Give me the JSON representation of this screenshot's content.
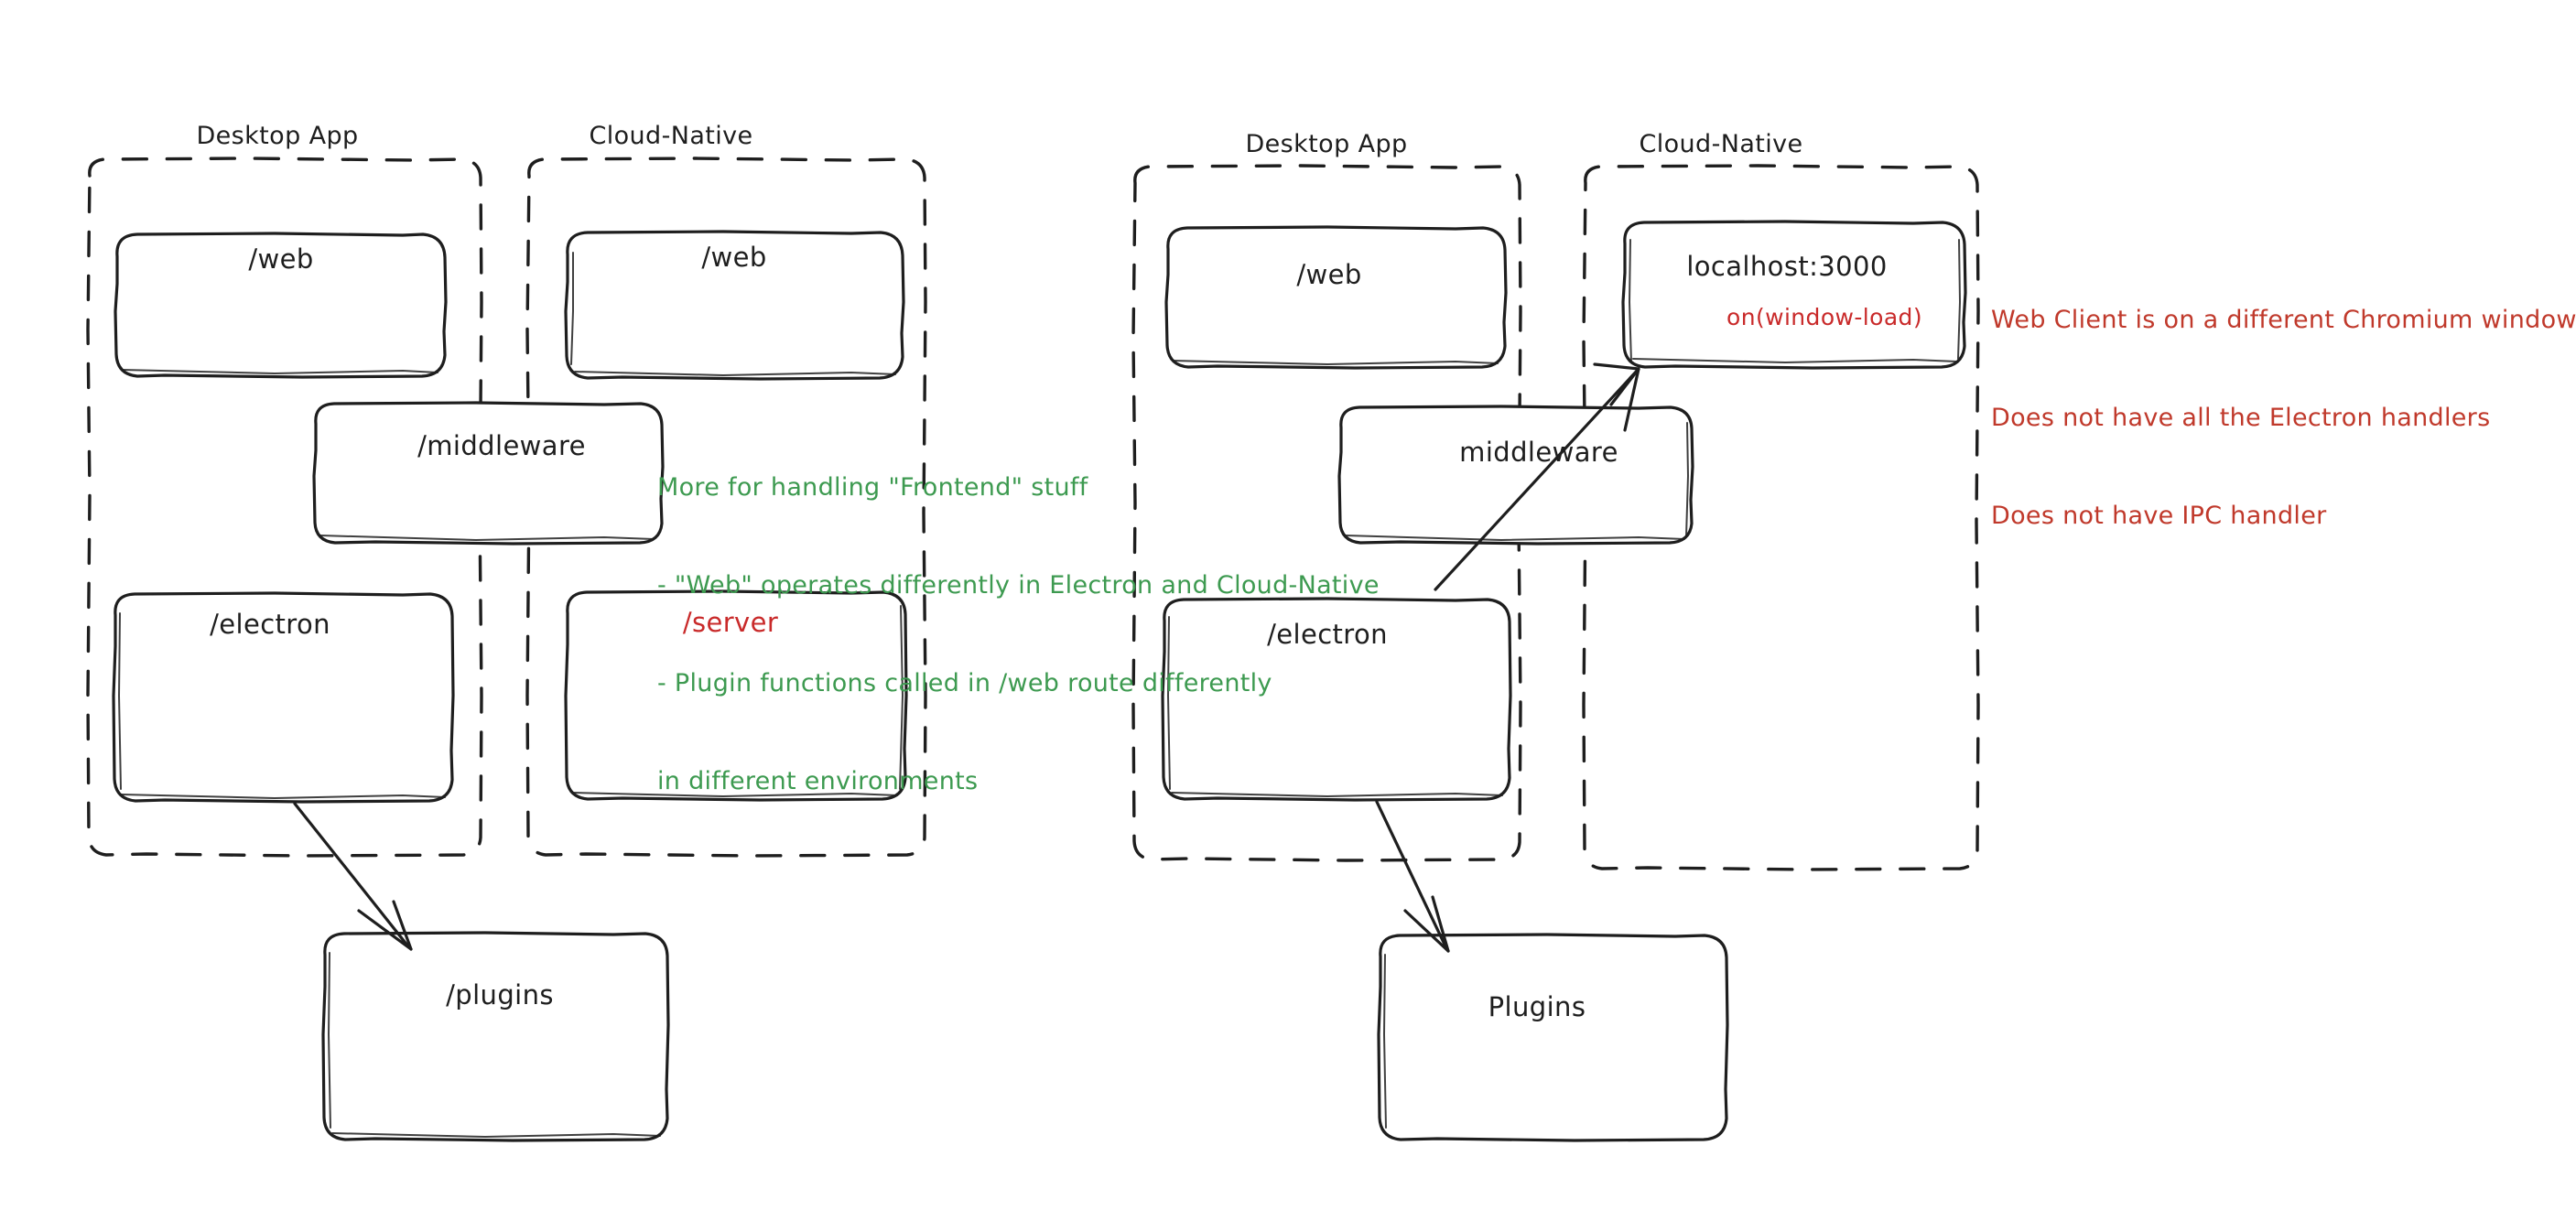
{
  "diagram": {
    "kind": "architecture-sketch",
    "style": "hand-drawn",
    "background": "#ffffff",
    "colors": {
      "stroke": "#1e1e1e",
      "red": "#c0392b",
      "green": "#3d9a50",
      "box_fill": "#ffffff"
    }
  },
  "panels": [
    {
      "id": "left",
      "groups": [
        {
          "id": "left-desktop-app",
          "title": "Desktop App",
          "boxes": [
            {
              "id": "left-desktop-web",
              "label": "/web",
              "color": "black"
            },
            {
              "id": "left-desktop-electron",
              "label": "/electron",
              "color": "black"
            }
          ]
        },
        {
          "id": "left-cloud-native",
          "title": "Cloud-Native",
          "boxes": [
            {
              "id": "left-cloud-web",
              "label": "/web",
              "color": "black"
            },
            {
              "id": "left-cloud-server",
              "label": "/server",
              "color": "red"
            }
          ]
        }
      ],
      "straddling_boxes": [
        {
          "id": "left-middleware",
          "label": "/middleware",
          "color": "black"
        }
      ],
      "outside_boxes": [
        {
          "id": "left-plugins",
          "label": "/plugins",
          "color": "black"
        }
      ],
      "arrows": [
        {
          "id": "left-electron-to-plugins",
          "from": "left-desktop-electron",
          "to": "left-plugins"
        }
      ],
      "annotations": [
        {
          "id": "left-green-note",
          "color": "green",
          "lines": [
            "More for handling \"Frontend\" stuff",
            "- \"Web\" operates differently in Electron and Cloud-Native",
            "- Plugin functions called in /web route differently",
            "in different environments"
          ]
        }
      ]
    },
    {
      "id": "right",
      "groups": [
        {
          "id": "right-desktop-app",
          "title": "Desktop App",
          "boxes": [
            {
              "id": "right-desktop-web",
              "label": "/web",
              "color": "black"
            },
            {
              "id": "right-desktop-electron",
              "label": "/electron",
              "color": "black"
            }
          ]
        },
        {
          "id": "right-cloud-native",
          "title": "Cloud-Native",
          "boxes": [
            {
              "id": "right-localhost",
              "label": "localhost:3000",
              "color": "black",
              "sublabel": "on(window-load)",
              "sublabel_color": "red"
            }
          ]
        }
      ],
      "straddling_boxes": [
        {
          "id": "right-middleware",
          "label": "middleware",
          "color": "black"
        }
      ],
      "outside_boxes": [
        {
          "id": "right-plugins",
          "label": "Plugins",
          "color": "black"
        }
      ],
      "arrows": [
        {
          "id": "right-electron-to-localhost",
          "from": "right-desktop-electron",
          "to": "right-localhost"
        },
        {
          "id": "right-electron-to-plugins",
          "from": "right-desktop-electron",
          "to": "right-plugins"
        }
      ],
      "annotations": [
        {
          "id": "right-red-note",
          "color": "red",
          "lines": [
            "Web Client is on a different Chromium window",
            "Does not have all the Electron handlers",
            "Does not have IPC handler"
          ]
        }
      ]
    }
  ],
  "text": {
    "left_desktop_title": "Desktop App",
    "left_cloud_title": "Cloud-Native",
    "right_desktop_title": "Desktop App",
    "right_cloud_title": "Cloud-Native",
    "l_web_1": "/web",
    "l_web_2": "/web",
    "l_middleware": "/middleware",
    "l_electron": "/electron",
    "l_server": "/server",
    "l_plugins": "/plugins",
    "r_web": "/web",
    "r_localhost": "localhost:3000",
    "r_onwindowload": "on(window-load)",
    "r_middleware": "middleware",
    "r_electron": "/electron",
    "r_plugins": "Plugins",
    "green_note_l1": "More for handling \"Frontend\" stuff",
    "green_note_l2": "- \"Web\" operates differently in Electron and Cloud-Native",
    "green_note_l3": "- Plugin functions called in /web route differently",
    "green_note_l4": "in different environments",
    "red_note_l1": "Web Client is on a different Chromium window",
    "red_note_l2": "Does not have all the Electron handlers",
    "red_note_l3": "Does not have IPC handler"
  }
}
